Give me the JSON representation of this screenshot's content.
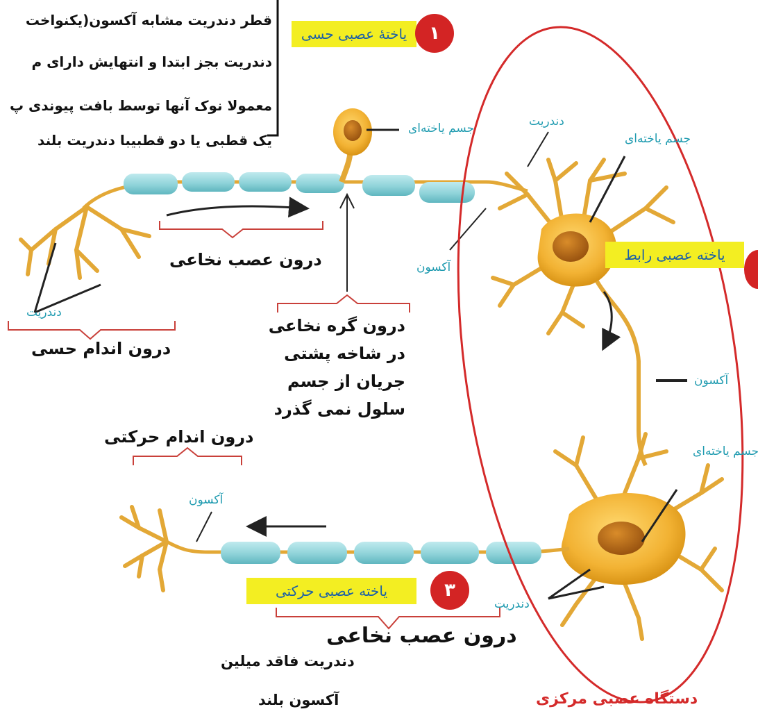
{
  "note_box": {
    "lines": [
      "قطر دندریت مشابه آکسون(یکنواخت",
      "دندریت بجز ابتدا و انتهایش دارای م",
      "معمولا نوک آنها توسط بافت پیوندی پ",
      "یک قطبی یا دو قطبیبا دندریت بلند"
    ]
  },
  "neurons": {
    "sensory": {
      "number": "۱",
      "label": "یاختهٔ عصبی حسی"
    },
    "interneuron": {
      "label": "یاخته عصبی رابط"
    },
    "motor": {
      "number": "۳",
      "label": "یاخته عصبی حرکتی"
    }
  },
  "parts": {
    "cell_body_sensory": "جسم یاخته‌ای",
    "cell_body_inter": "جسم یاخته‌ای",
    "cell_body_motor": "جسم یاخته‌ای",
    "dendrite_sensory": "دندریت",
    "dendrite_inter": "دندریت",
    "dendrite_motor": "دندریت",
    "axon_sensory": "آکسون",
    "axon_inter": "آکسون",
    "axon_motor": "آکسون"
  },
  "annotations": {
    "in_spinal_nerve_top": "درون عصب نخاعی",
    "in_sensory_organ": "درون اندام حسی",
    "ganglion": [
      "درون گره نخاعی",
      "در شاخه پشتی",
      "جریان از جسم",
      "سلول نمی گذرد"
    ],
    "in_motor_organ": "درون اندام حرکتی",
    "in_spinal_nerve_bottom": "درون عصب نخاعی",
    "dendrite_no_myelin": "دندریت فاقد میلین",
    "long_axon": "آکسون بلند",
    "cns": "دستگاه عصبی مرکزی"
  },
  "colors": {
    "neuron_body": "#f2b233",
    "myelin": "#8fd3d9",
    "label_bg": "#f3ee22",
    "badge": "#d32424",
    "cns_ellipse": "#d42a2a",
    "part_label": "#1f9bb0"
  }
}
